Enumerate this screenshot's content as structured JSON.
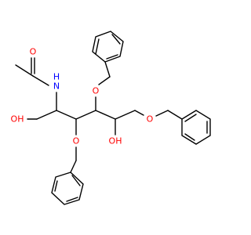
{
  "molecule": {
    "atom_labels": {
      "amide_oxygen": "O",
      "amide_nitrogen": "N",
      "amide_hydrogen": "H",
      "hydroxyl_left": "OH",
      "hydroxyl_center": "OH",
      "ether_oxygen_top": "O",
      "ether_oxygen_bottom": "O",
      "ether_oxygen_right": "O"
    },
    "colors": {
      "bond": "#000000",
      "oxygen": "#ff0000",
      "nitrogen": "#0000ff"
    }
  }
}
